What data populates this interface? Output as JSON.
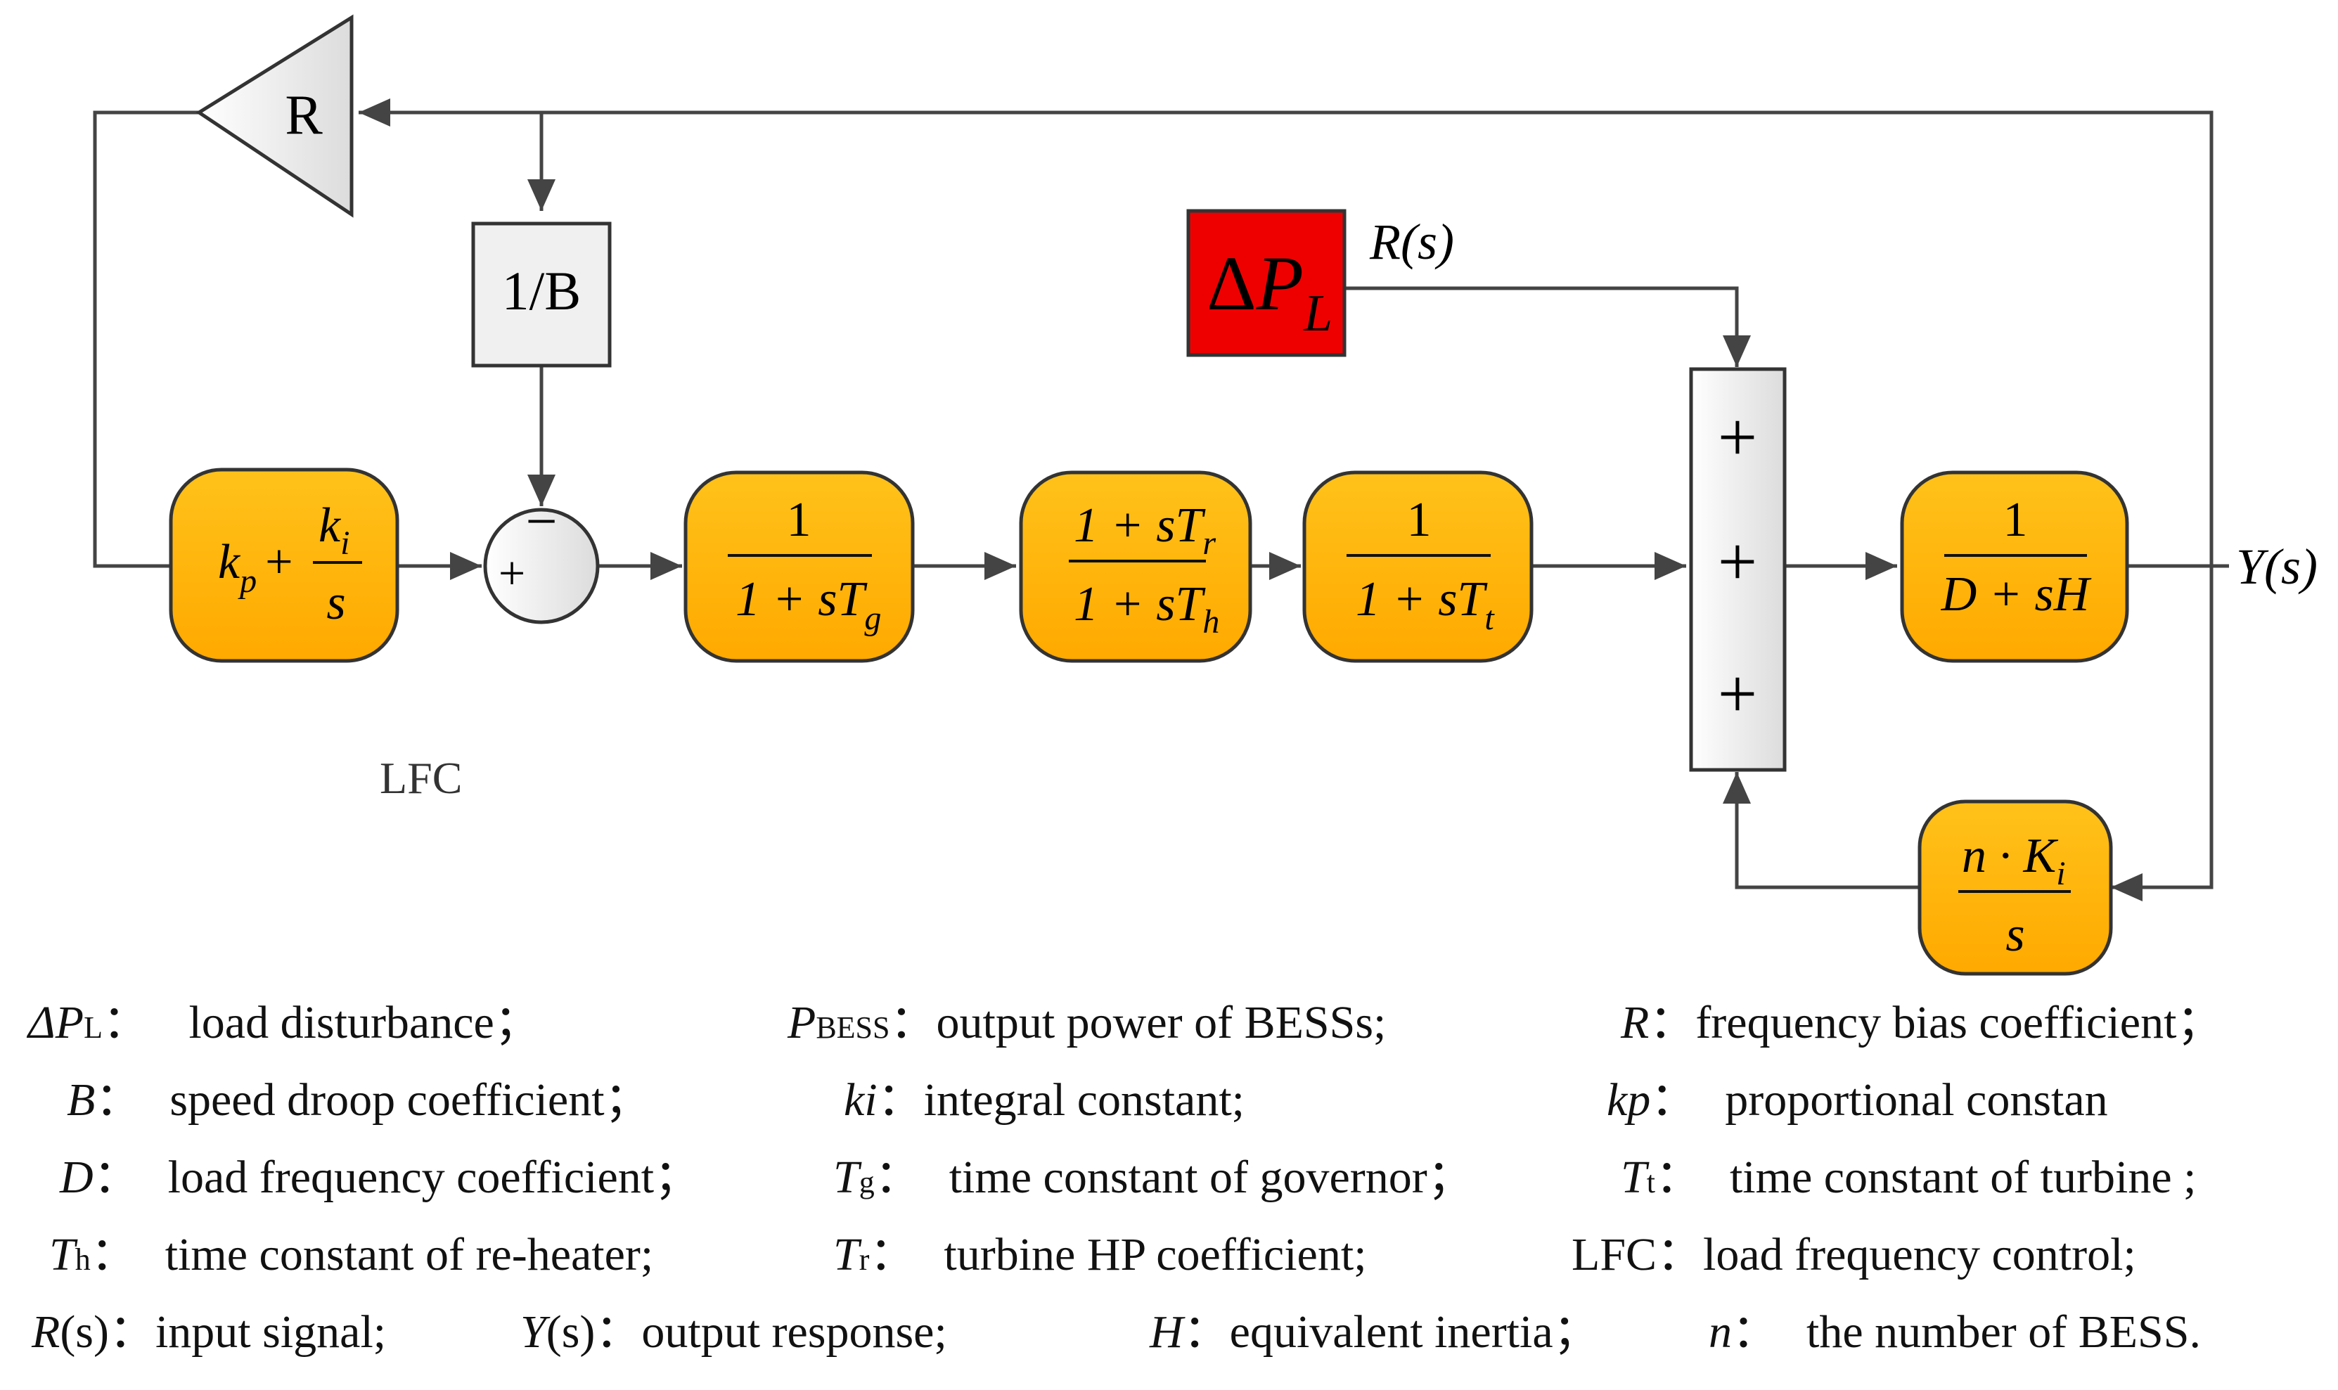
{
  "blocks": {
    "gain_r": "R",
    "inv_b": "1/B",
    "delta_pl": {
      "delta": "Δ",
      "p": "P",
      "sub": "L"
    },
    "pi": {
      "kp": "k",
      "kp_sub": "p",
      "plus": "+",
      "ki": "k",
      "ki_sub": "i",
      "s": "s"
    },
    "governor": {
      "num": "1",
      "den_prefix": "1 + sT",
      "den_sub": "g"
    },
    "reheater": {
      "num_prefix": "1 + sT",
      "num_sub": "r",
      "den_prefix": "1 + sT",
      "den_sub": "h"
    },
    "turbine": {
      "num": "1",
      "den_prefix": "1 + sT",
      "den_sub": "t"
    },
    "inertia": {
      "num": "1",
      "den": "D + sH"
    },
    "bess": {
      "num_prefix": "n · K",
      "num_sub": "i",
      "den": "s"
    },
    "sum_small": {
      "minus": "−",
      "plus": "+"
    },
    "sum_big": [
      "+",
      "+",
      "+"
    ]
  },
  "signals": {
    "input": "R(s)",
    "output": "Y(s)"
  },
  "lfc_label": "LFC",
  "legend": [
    [
      {
        "sym": "ΔP",
        "sub": "L",
        "sep": "：",
        "desc": "load disturbance；"
      },
      {
        "sym": "P",
        "sub": "BESS",
        "sep": "：",
        "desc": "output power  of BESSs;"
      },
      {
        "sym": "R",
        "sub": "",
        "sep": "：",
        "desc": "frequency bias coefficient；"
      }
    ],
    [
      {
        "sym": "B",
        "sub": "",
        "sep": "：",
        "desc": "speed droop coefficient；"
      },
      {
        "sym": "ki",
        "sub": "",
        "sep": "：",
        "desc": "integral constant;"
      },
      {
        "sym": "kp",
        "sub": "",
        "sep": "：",
        "desc": "proportional constan"
      }
    ],
    [
      {
        "sym": "D",
        "sub": "",
        "sep": "：",
        "desc": "load frequency coefficient；"
      },
      {
        "sym": "T",
        "sub": "g",
        "sep": "：",
        "desc": "time constant of governor；"
      },
      {
        "sym": "T",
        "sub": "t",
        "sep": "：",
        "desc": "time constant of turbine ;"
      }
    ],
    [
      {
        "sym": "T",
        "sub": "h",
        "sep": "：",
        "desc": "time constant of re-heater;"
      },
      {
        "sym": "T",
        "sub": "r",
        "sep": "：",
        "desc": "turbine HP coefficient;"
      },
      {
        "sym": "LFC",
        "sub": "",
        "sep": "：",
        "desc": "load frequency control;"
      }
    ],
    [
      {
        "sym": "R",
        "sub": "",
        "sep": "",
        "desc": "(s)：input signal;"
      },
      {
        "sym": "Y",
        "sub": "",
        "sep": "",
        "desc": "(s)：output response;"
      },
      {
        "sym": "H",
        "sub": "",
        "sep": "：",
        "desc": "equivalent inertia；"
      },
      {
        "sym": "n",
        "sub": "",
        "sep": "：",
        "desc": "the number of BESS."
      }
    ]
  ],
  "colors": {
    "block_fill": "#ffb800",
    "block_stroke": "#333333",
    "disturbance_fill": "#ee0000",
    "gray_fill": "#f0f0f0",
    "line": "#444444"
  }
}
